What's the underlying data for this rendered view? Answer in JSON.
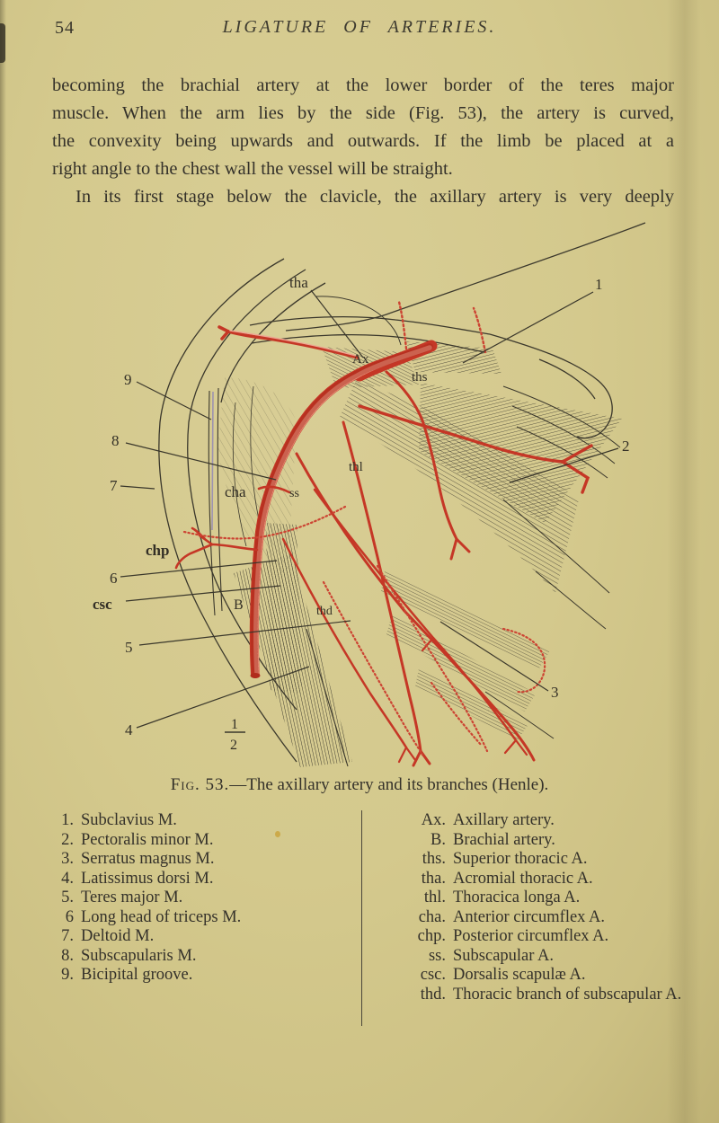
{
  "page": {
    "number": "54",
    "running_head": "LIGATURE OF ARTERIES."
  },
  "body": {
    "line1": "becoming the brachial artery at the lower border of the teres major",
    "line2": "muscle.  When the arm lies by the side (Fig. 53), the artery is curved,",
    "line3": "the convexity being upwards and outwards.  If the limb be placed at a",
    "line4": "right angle to the chest wall the vessel will be straight.",
    "line5": "In its first stage below the clavicle, the axillary artery is very deeply"
  },
  "figure": {
    "caption_label": "Fig. 53.",
    "caption_text": "—The axillary artery and its branches (Henle).",
    "scale_numerator": "1",
    "scale_denominator": "2",
    "labels": {
      "tha": "tha",
      "n1": "1",
      "n2": "2",
      "n3": "3",
      "n4": "4",
      "n5": "5",
      "n6": "6",
      "n7": "7",
      "n8": "8",
      "n9": "9",
      "cha": "cha",
      "chp": "chp",
      "csc": "csc",
      "B": "B",
      "Ax": "Ax",
      "ths": "ths",
      "thl": "thl",
      "ss": "ss",
      "thd": "thd"
    }
  },
  "legend": {
    "left": [
      {
        "k": "1.",
        "t": "Subclavius M."
      },
      {
        "k": "2.",
        "t": "Pectoralis minor M."
      },
      {
        "k": "3.",
        "t": "Serratus magnus M."
      },
      {
        "k": "4.",
        "t": "Latissimus dorsi M."
      },
      {
        "k": "5.",
        "t": "Teres major M."
      },
      {
        "k": "6",
        "t": "Long head of triceps M."
      },
      {
        "k": "7.",
        "t": "Deltoid M."
      },
      {
        "k": "8.",
        "t": "Subscapularis M."
      },
      {
        "k": "9.",
        "t": "Bicipital groove."
      }
    ],
    "right": [
      {
        "k": "Ax.",
        "t": "Axillary artery."
      },
      {
        "k": "B.",
        "t": "Brachial artery."
      },
      {
        "k": "ths.",
        "t": "Superior thoracic A."
      },
      {
        "k": "tha.",
        "t": "Acromial thoracic A."
      },
      {
        "k": "thl.",
        "t": "Thoracica longa A."
      },
      {
        "k": "cha.",
        "t": "Anterior circumflex A."
      },
      {
        "k": "chp.",
        "t": "Posterior circumflex A."
      },
      {
        "k": "ss.",
        "t": "Subscapular A."
      },
      {
        "k": "csc.",
        "t": "Dorsalis scapulæ A."
      },
      {
        "k": "thd.",
        "t": "Thoracic branch of subscapular A."
      }
    ]
  },
  "colors": {
    "artery_red": "#c53726",
    "ink": "#3b382c",
    "paper": "#d4c98d"
  }
}
